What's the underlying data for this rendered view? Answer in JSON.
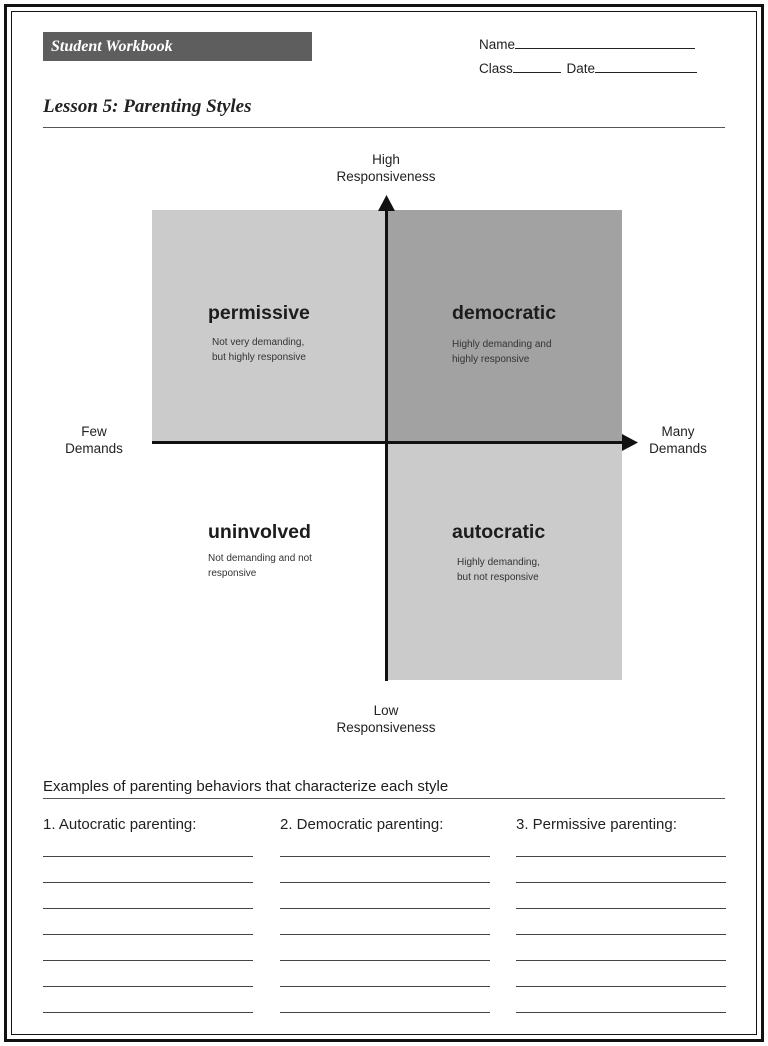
{
  "header": {
    "banner": "Student Workbook",
    "name_label": "Name",
    "class_label": "Class",
    "date_label": "Date"
  },
  "lesson_title": "Lesson 5: Parenting Styles",
  "axes": {
    "top": [
      "High",
      "Responsiveness"
    ],
    "bottom": [
      "Low",
      "Responsiveness"
    ],
    "left": [
      "Few",
      "Demands"
    ],
    "right": [
      "Many",
      "Demands"
    ]
  },
  "quadrants": {
    "permissive": {
      "title": "permissive",
      "desc": "Not very demanding,\nbut highly responsive",
      "color": "#cbcbcb"
    },
    "democratic": {
      "title": "democratic",
      "desc": "Highly demanding and\nhighly responsive",
      "color": "#a2a2a2"
    },
    "uninvolved": {
      "title": "uninvolved",
      "desc": "Not demanding and not\nresponsive",
      "color": "#ffffff"
    },
    "autocratic": {
      "title": "autocratic",
      "desc": "Highly demanding,\nbut not responsive",
      "color": "#cbcbcb"
    }
  },
  "examples": {
    "title": "Examples of parenting behaviors that characterize each style",
    "columns": [
      "1. Autocratic parenting:",
      "2. Democratic parenting:",
      "3. Permissive parenting:"
    ]
  }
}
